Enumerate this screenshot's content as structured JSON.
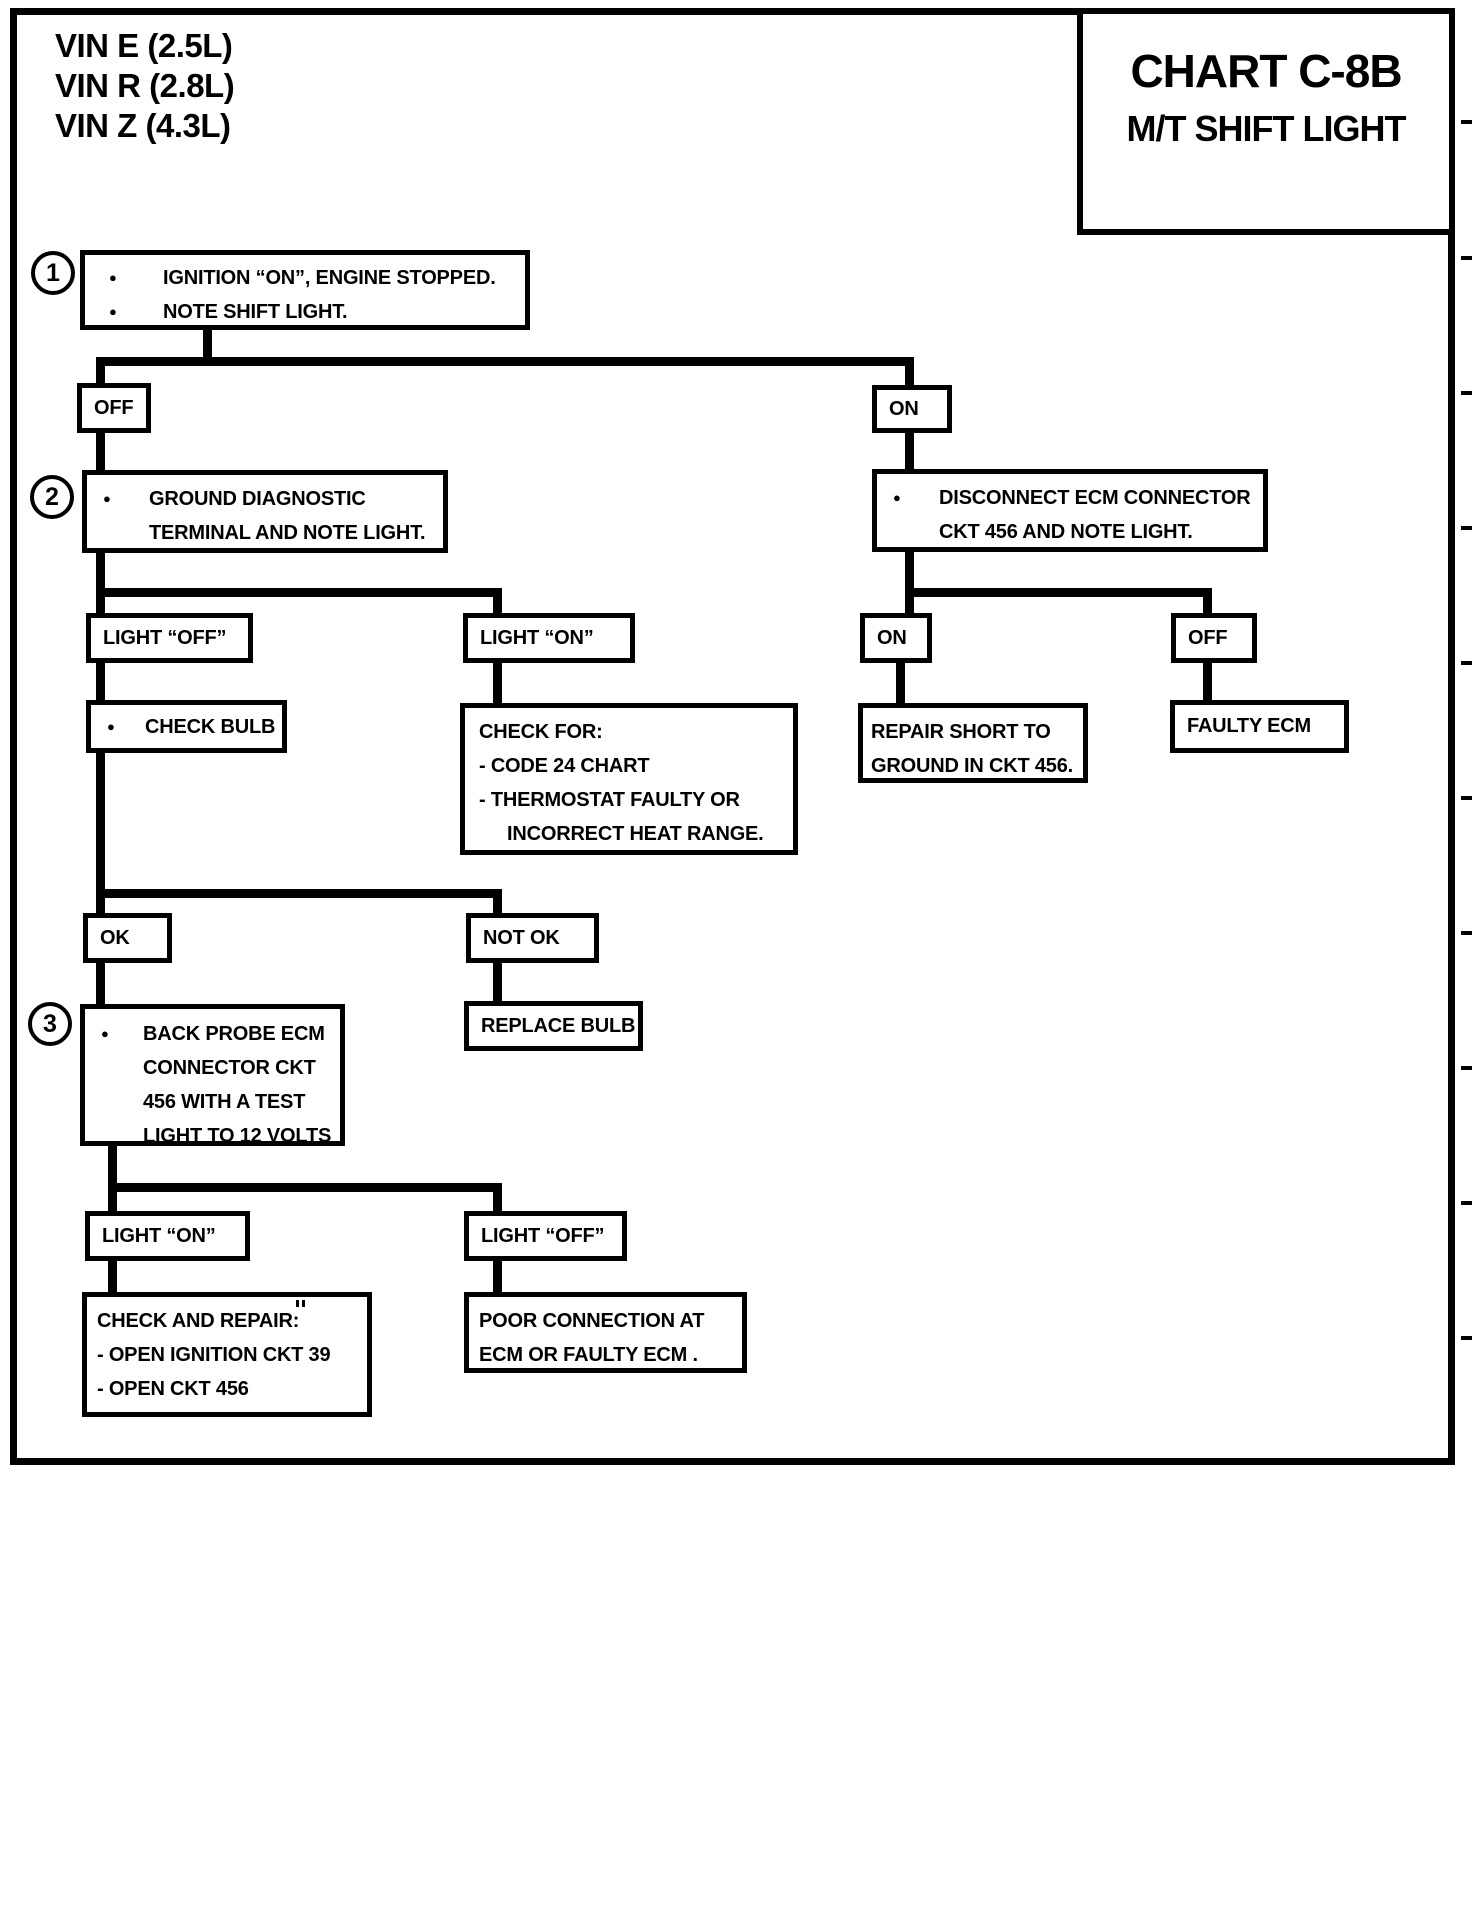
{
  "header": {
    "vin_lines": [
      "VIN E (2.5L)",
      "VIN R (2.8L)",
      "VIN Z (4.3L)"
    ],
    "chart_title": "CHART C-8B",
    "chart_subtitle": "M/T SHIFT LIGHT"
  },
  "steps": [
    "1",
    "2",
    "3"
  ],
  "nodes": {
    "ignition": {
      "lines": [
        "IGNITION “ON”, ENGINE STOPPED.",
        "NOTE SHIFT LIGHT."
      ]
    },
    "shift_light_off": "OFF",
    "shift_light_on": "ON",
    "ground": {
      "lines": [
        "GROUND DIAGNOSTIC",
        "TERMINAL AND NOTE LIGHT."
      ]
    },
    "disconnect": {
      "lines": [
        "DISCONNECT ECM  CONNECTOR",
        "CKT 456 AND NOTE LIGHT."
      ]
    },
    "light_off_1": "LIGHT “OFF”",
    "light_on_1": "LIGHT “ON”",
    "ecm_on": "ON",
    "ecm_off": "OFF",
    "check_bulb": "CHECK BULB",
    "check_for": {
      "lines": [
        "CHECK FOR:",
        "- CODE 24 CHART",
        "- THERMOSTAT FAULTY OR",
        "INCORRECT HEAT RANGE."
      ]
    },
    "repair_short": {
      "lines": [
        "REPAIR SHORT TO",
        "GROUND IN CKT 456."
      ]
    },
    "faulty_ecm": "FAULTY ECM",
    "ok": "OK",
    "not_ok": "NOT OK",
    "back_probe": {
      "lines": [
        "BACK PROBE ECM",
        "CONNECTOR CKT",
        "456 WITH A TEST",
        "LIGHT TO 12 VOLTS"
      ]
    },
    "replace_bulb": "REPLACE BULB",
    "light_on_2": "LIGHT “ON”",
    "light_off_2": "LIGHT “OFF”",
    "check_repair": {
      "lines": [
        "CHECK AND REPAIR:",
        "- OPEN IGNITION CKT 39",
        "- OPEN CKT 456"
      ]
    },
    "poor_connection": {
      "lines": [
        "POOR CONNECTION AT",
        "ECM OR FAULTY ECM ."
      ]
    }
  },
  "colors": {
    "ink": "#000000",
    "paper": "#ffffff"
  }
}
